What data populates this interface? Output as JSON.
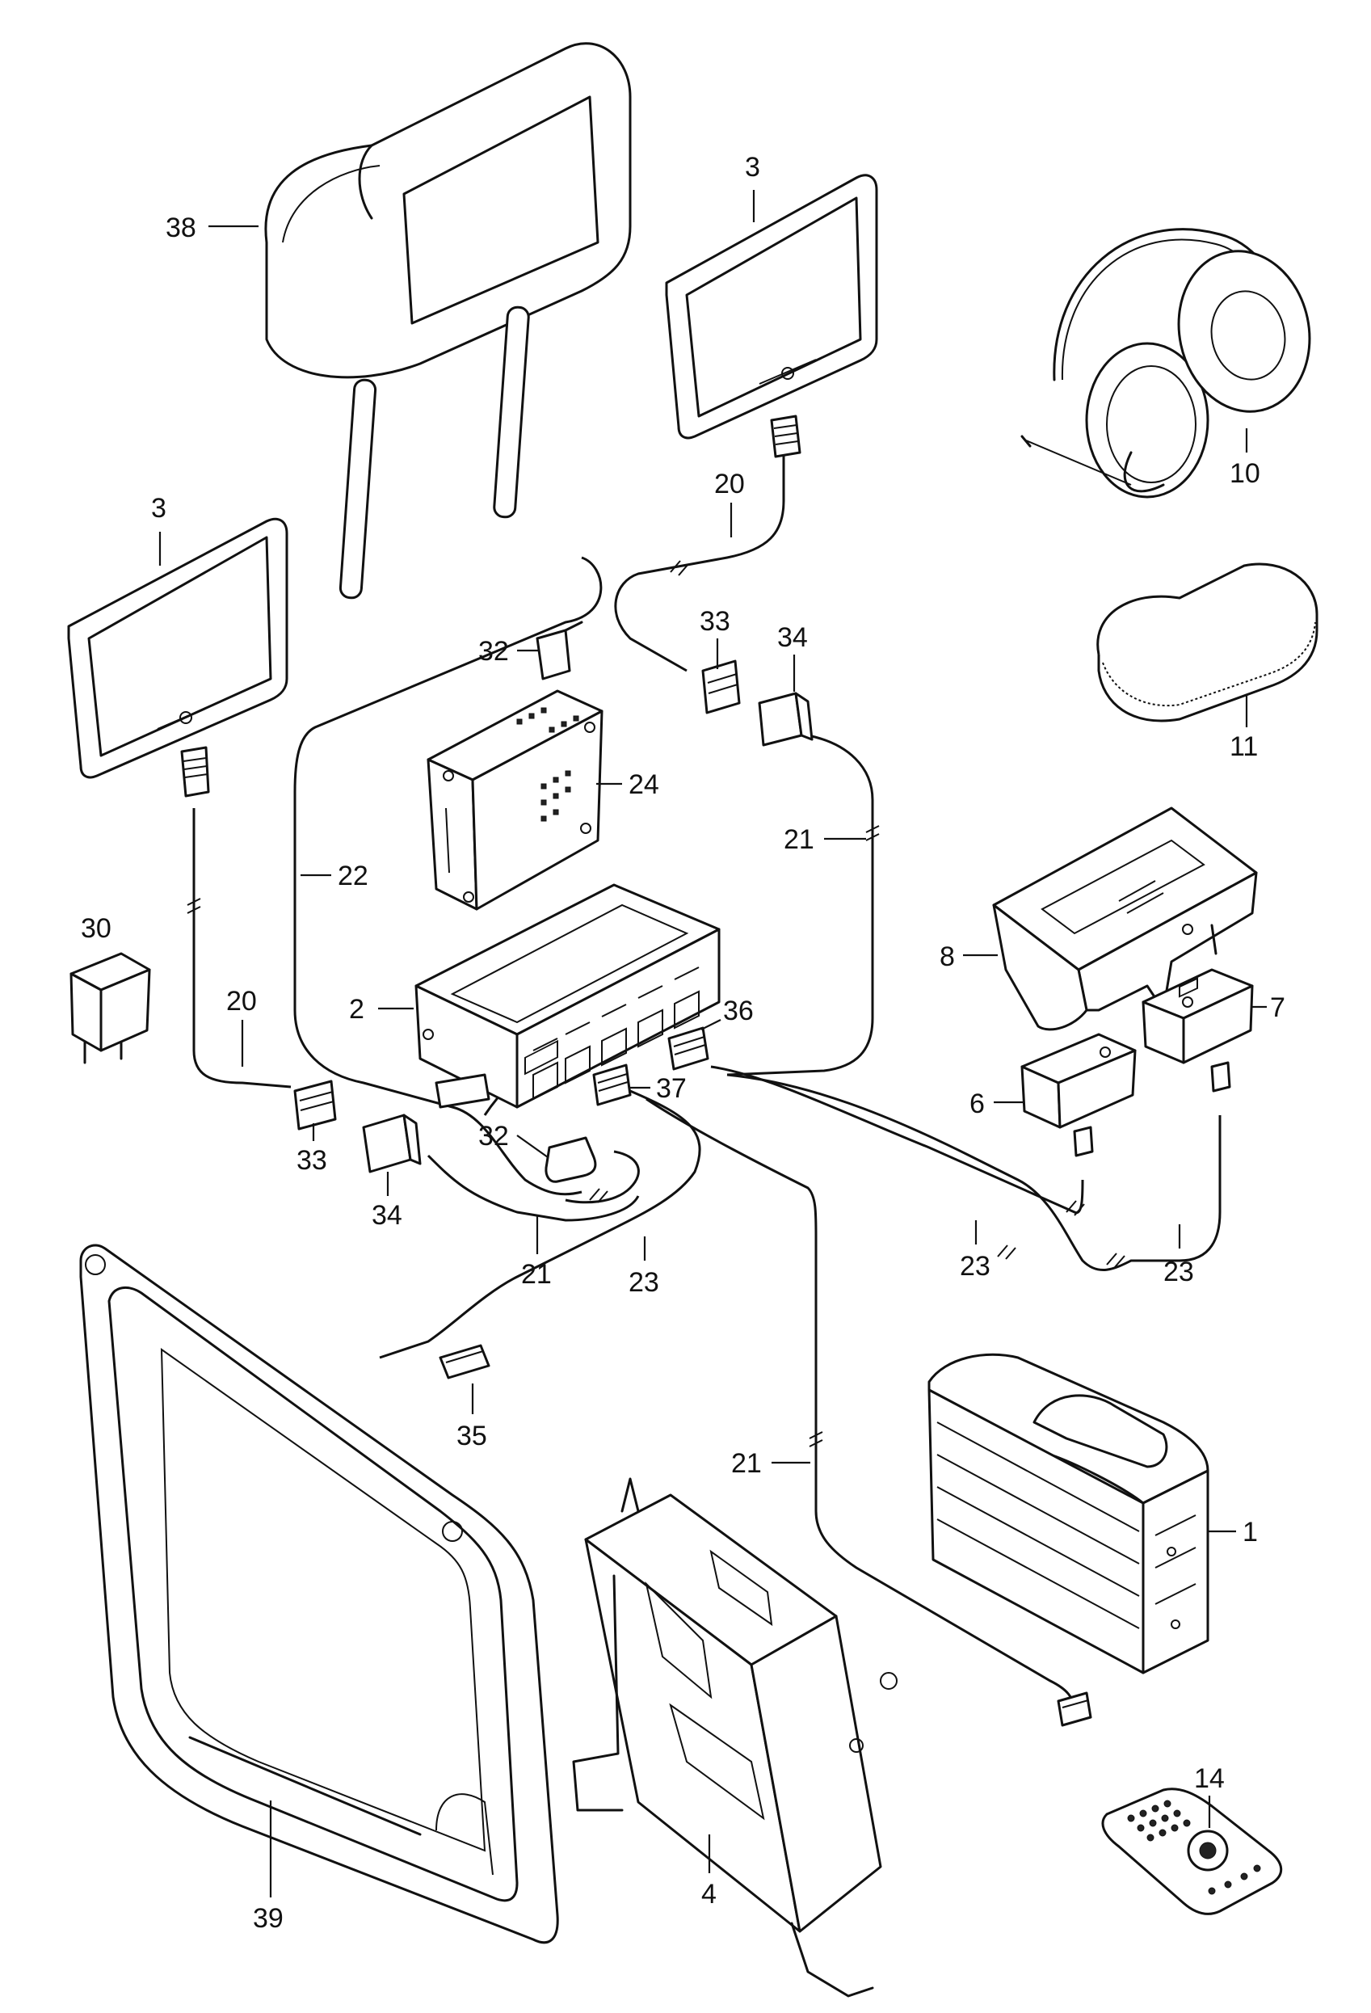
{
  "callouts": {
    "c38": "38",
    "c3_top": "3",
    "c3_left": "3",
    "c10": "10",
    "c11": "11",
    "c20_top": "20",
    "c20_left": "20",
    "c33_top": "33",
    "c33_left": "33",
    "c34_top": "34",
    "c34_left": "34",
    "c32_top": "32",
    "c32_mid": "32",
    "c24": "24",
    "c21_right": "21",
    "c21_mid": "21",
    "c21_low": "21",
    "c22": "22",
    "c30": "30",
    "c2": "2",
    "c36": "36",
    "c37": "37",
    "c8": "8",
    "c7": "7",
    "c6": "6",
    "c23_mid": "23",
    "c23_r1": "23",
    "c23_r2": "23",
    "c35": "35",
    "c1": "1",
    "c14": "14",
    "c4": "4",
    "c39": "39"
  }
}
